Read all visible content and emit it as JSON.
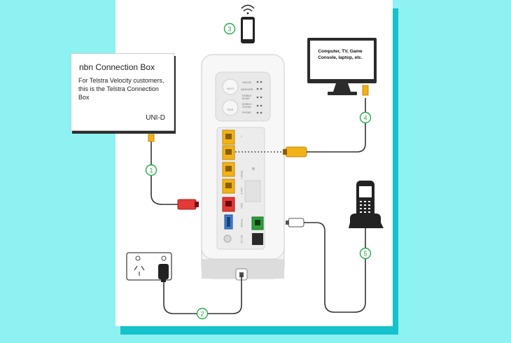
{
  "callout": {
    "title": "nbn Connection Box",
    "body": "For Telstra Velocity customers, this is the Telstra Connection Box",
    "port": "UNI-D"
  },
  "computer": {
    "caption": "Computer, TV, Game Console, laptop, etc."
  },
  "steps": [
    "1",
    "2",
    "3",
    "4",
    "5"
  ],
  "router": {
    "buttons": [
      "WI-FI",
      "PAIR"
    ],
    "indicators": [
      "ONLINE",
      "WAN/WEB",
      "MOBILE MODE",
      "MOBILE SIGNAL",
      "PHONE"
    ],
    "ports": [
      "LAN1",
      "LAN2",
      "LAN3",
      "LAN4",
      "ADSL/WAN",
      "USB",
      "PHONE",
      "DC 12V"
    ],
    "side_labels": [
      "RESET",
      "WAN / LAN4"
    ]
  },
  "colors": {
    "background": "#8ef1f2",
    "frame_shadow": "#14c3cb",
    "step_circle": "#27a84a",
    "lan_port": "#f2b118",
    "wan_port": "#e53935",
    "phone_port": "#2e9e3a",
    "usb_port": "#3a7fd5",
    "cable": "#333333"
  }
}
